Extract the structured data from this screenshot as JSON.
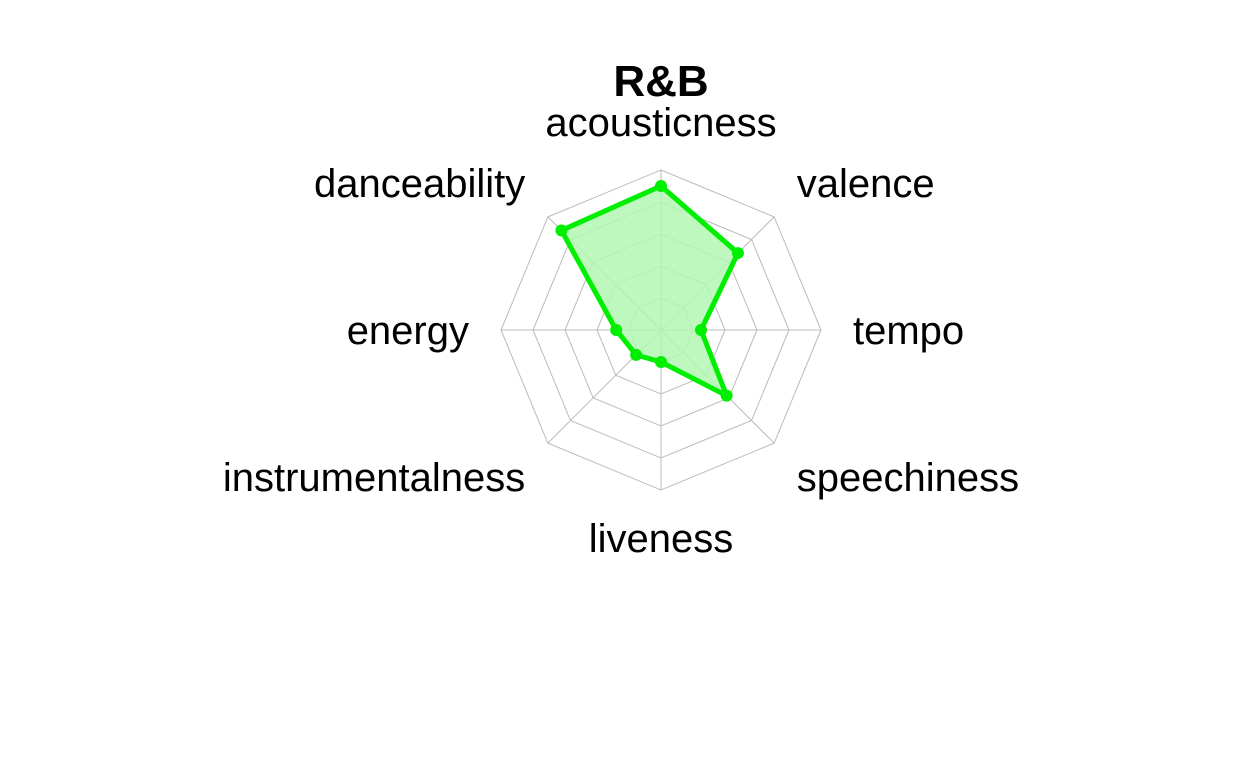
{
  "chart_data": {
    "type": "radar",
    "title": "R&B",
    "axes": [
      "acousticness",
      "valence",
      "tempo",
      "speechiness",
      "liveness",
      "instrumentalness",
      "energy",
      "danceability"
    ],
    "values": [
      0.9,
      0.68,
      0.25,
      0.58,
      0.2,
      0.22,
      0.28,
      0.88
    ],
    "range": [
      0,
      1
    ],
    "grid_levels": 5,
    "legend": "none",
    "colors": {
      "line": "#00ee00",
      "fill": "#b3f7b3",
      "grid": "#bbbbbb"
    }
  }
}
